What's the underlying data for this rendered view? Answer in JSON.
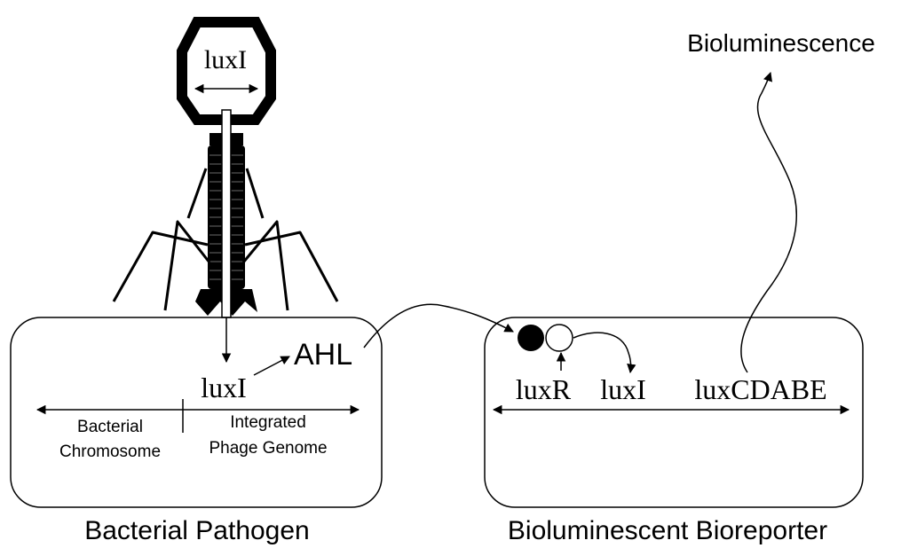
{
  "phage": {
    "head_gene_label": "luxI"
  },
  "pathogen": {
    "title": "Bacterial Pathogen",
    "gene_label": "luxI",
    "signal_label": "AHL",
    "chromosome_label_line1": "Bacterial",
    "chromosome_label_line2": "Chromosome",
    "phage_genome_label_line1": "Integrated",
    "phage_genome_label_line2": "Phage Genome"
  },
  "bioreporter": {
    "title": "Bioluminescent Bioreporter",
    "gene_luxR": "luxR",
    "gene_luxI": "luxI",
    "gene_luxCDABE": "luxCDABE",
    "output_label": "Bioluminescence"
  },
  "colors": {
    "stroke": "#000000",
    "background": "#ffffff"
  }
}
